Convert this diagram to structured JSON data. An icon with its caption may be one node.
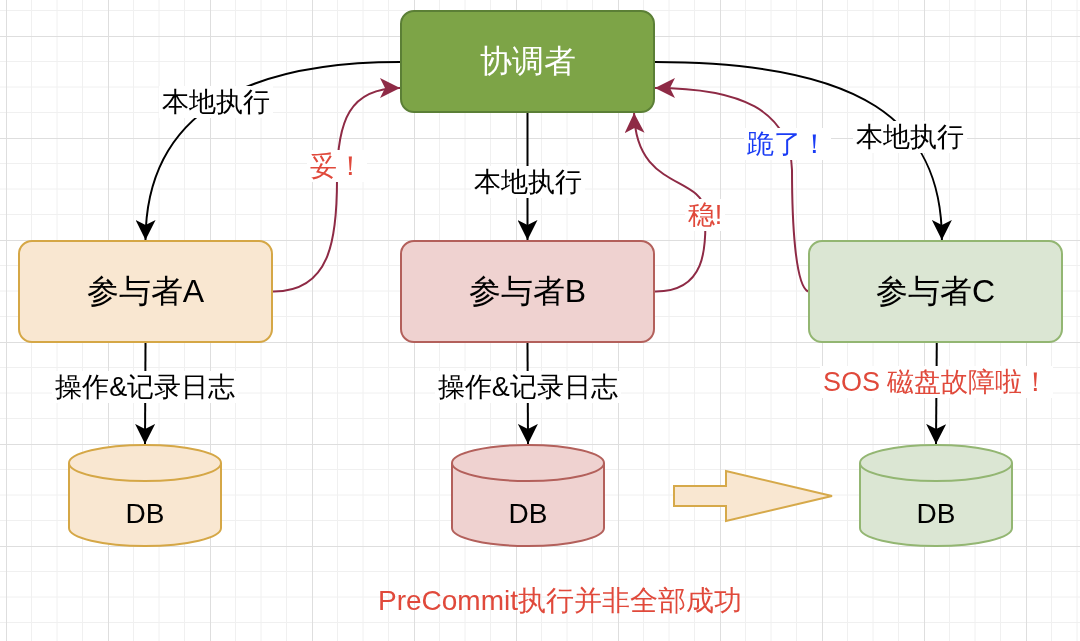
{
  "diagram": {
    "caption": "PreCommit执行并非全部成功",
    "nodes": [
      {
        "text": [
          "协调者"
        ]
      },
      {
        "text": [
          "参与者A"
        ]
      },
      {
        "text": [
          "参与者B"
        ]
      },
      {
        "text": [
          "参与者C"
        ]
      },
      {
        "text": [
          "DB"
        ]
      },
      {
        "text": [
          "DB"
        ]
      },
      {
        "text": [
          "DB"
        ]
      }
    ],
    "edges": [
      {
        "from": 0,
        "to": 1,
        "arrow": "to",
        "label": "本地执行"
      },
      {
        "from": 1,
        "to": 0,
        "arrow": "to",
        "label": "妥！",
        "color": "#8e2a45"
      },
      {
        "from": 0,
        "to": 2,
        "arrow": "to",
        "label": "本地执行"
      },
      {
        "from": 2,
        "to": 0,
        "arrow": "to",
        "label": "稳!",
        "color": "#8e2a45"
      },
      {
        "from": 3,
        "to": 0,
        "arrow": "to",
        "label": "跪了！",
        "color": "#8e2a45"
      },
      {
        "from": 0,
        "to": 3,
        "arrow": "to",
        "label": "本地执行"
      },
      {
        "from": 1,
        "to": 4,
        "arrow": "to",
        "label": "操作&记录日志"
      },
      {
        "from": 2,
        "to": 5,
        "arrow": "to",
        "label": "操作&记录日志"
      },
      {
        "from": 3,
        "to": 6,
        "arrow": "to",
        "label": "SOS 磁盘故障啦！"
      },
      {
        "from": 5,
        "to": 6,
        "arrow": "to",
        "style": "thick",
        "color": "#d6a94a"
      }
    ]
  }
}
